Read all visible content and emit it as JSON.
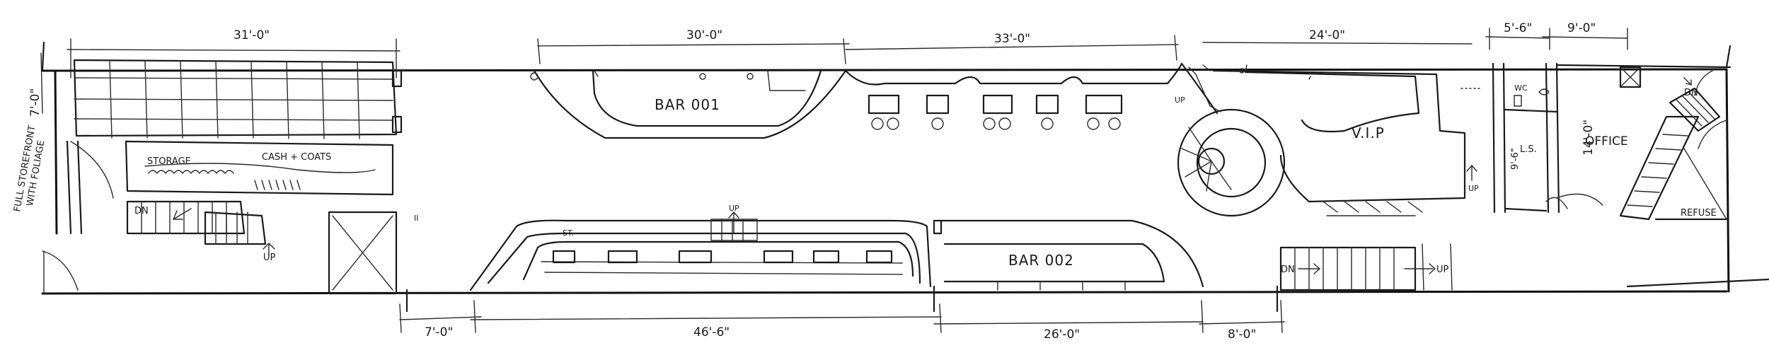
{
  "dimensions": {
    "top": [
      "31'-0\"",
      "30'-0\"",
      "33'-0\"",
      "24'-0\"",
      "5'-6\"",
      "9'-0\""
    ],
    "bottom": [
      "7'-0\"",
      "46'-6\"",
      "26'-0\"",
      "8'-0\""
    ],
    "storefront_height": "7'-0\"",
    "vertical": [
      "9'-6\"",
      "14'-0\""
    ]
  },
  "rooms": {
    "storage": "STORAGE",
    "cash_coats": "CASH + COATS",
    "bar1": "BAR 001",
    "bar2": "BAR 002",
    "vip": "V.I.P",
    "wc": "WC",
    "ls": "L.S.",
    "office": "OFFICE",
    "refuse": "REFUSE"
  },
  "annotations": {
    "storefront_line1": "FULL STOREFRONT",
    "storefront_line2": "WITH FOLIAGE",
    "dn": "DN",
    "up": "UP",
    "st": "ST.",
    "marker": "II"
  }
}
